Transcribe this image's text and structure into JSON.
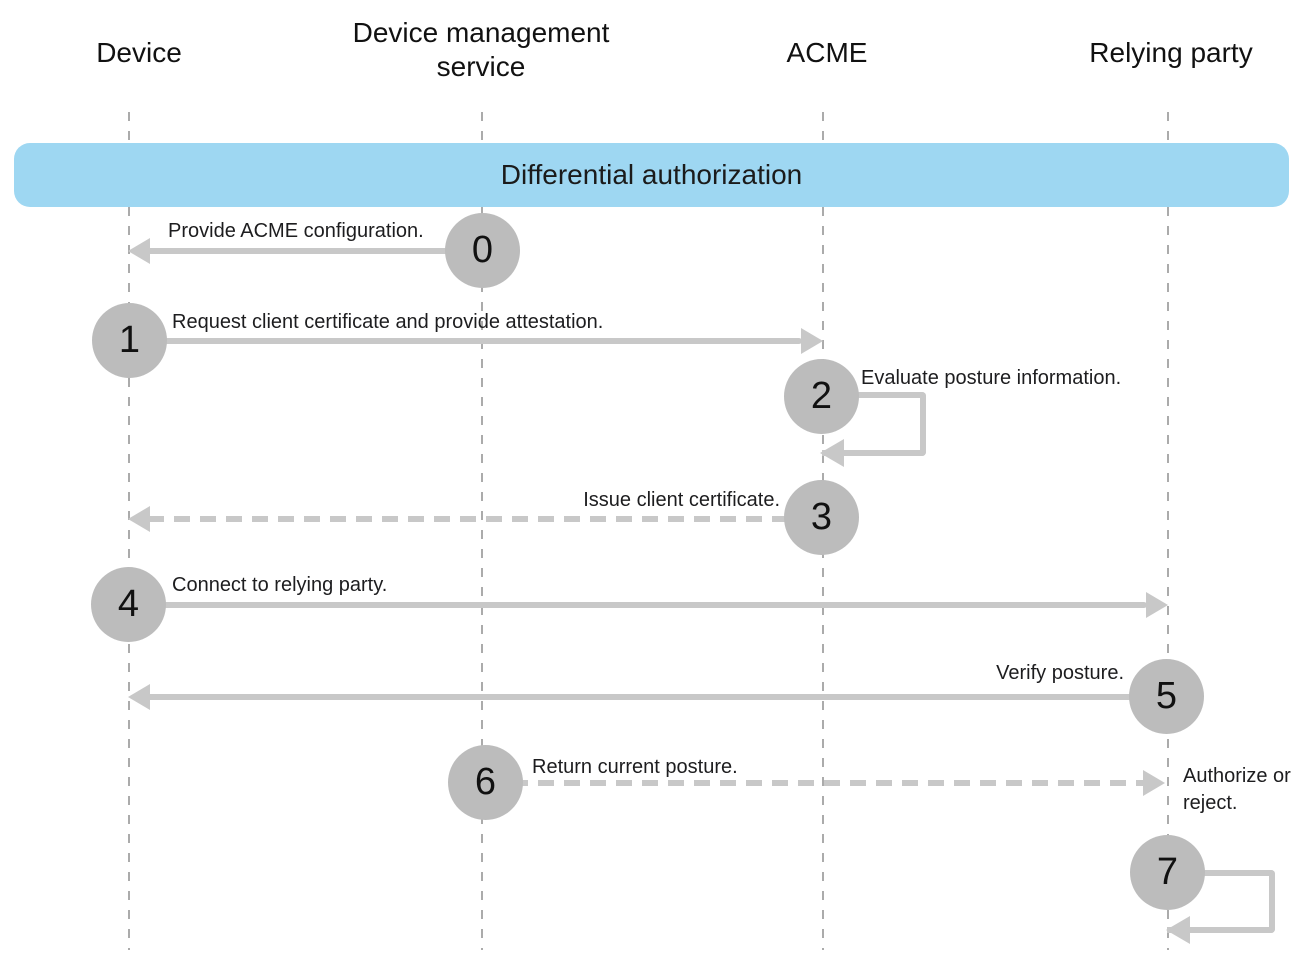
{
  "diagram": {
    "title": "Differential authorization",
    "actors": [
      {
        "name": "Device"
      },
      {
        "name": "Device management service"
      },
      {
        "name": "ACME"
      },
      {
        "name": "Relying party"
      }
    ],
    "steps": [
      {
        "num": "0",
        "label": "Provide ACME configuration.",
        "from": "Device management service",
        "to": "Device",
        "style": "solid"
      },
      {
        "num": "1",
        "label": "Request client certificate and provide attestation.",
        "from": "Device",
        "to": "ACME",
        "style": "solid"
      },
      {
        "num": "2",
        "label": "Evaluate posture information.",
        "from": "ACME",
        "to": "ACME",
        "style": "self-loop"
      },
      {
        "num": "3",
        "label": "Issue client certificate.",
        "from": "ACME",
        "to": "Device",
        "style": "dashed"
      },
      {
        "num": "4",
        "label": "Connect to relying party.",
        "from": "Device",
        "to": "Relying party",
        "style": "solid"
      },
      {
        "num": "5",
        "label": "Verify posture.",
        "from": "Relying party",
        "to": "Device",
        "style": "solid"
      },
      {
        "num": "6",
        "label": "Return current posture.",
        "from": "Device management service",
        "to": "Relying party",
        "style": "dashed"
      },
      {
        "num": "7",
        "label": "Authorize or reject.",
        "from": "Relying party",
        "to": "Relying party",
        "style": "self-loop"
      }
    ],
    "colors": {
      "banner": "#9ed7f2",
      "circle": "#bcbcbc",
      "arrow": "#c8c8c8",
      "lifeline": "#ababab",
      "text": "#1d1d1f"
    }
  }
}
